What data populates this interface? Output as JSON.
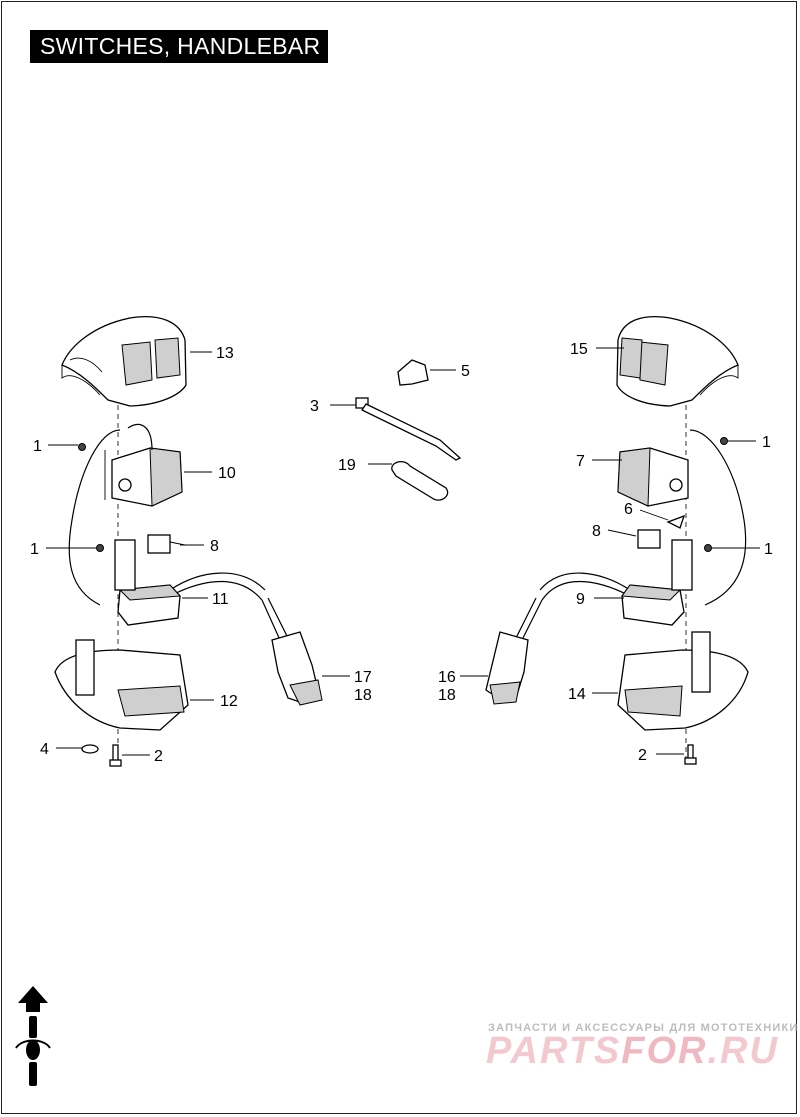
{
  "title": "SWITCHES, HANDLEBAR",
  "watermark": {
    "subtitle": "ЗАПЧАСТИ И АКСЕССУАРЫ ДЛЯ МОТОТЕХНИКИ",
    "brand_a": "PARTS",
    "brand_b": "FOR",
    "brand_c": ".RU"
  },
  "callouts": {
    "c13": "13",
    "c5": "5",
    "c3": "3",
    "c19": "19",
    "c15": "15",
    "c1a": "1",
    "c10": "10",
    "c1b": "1",
    "c8a": "8",
    "c11": "11",
    "c17": "17",
    "c18a": "18",
    "c12": "12",
    "c4": "4",
    "c2a": "2",
    "c1c": "1",
    "c7": "7",
    "c6": "6",
    "c8b": "8",
    "c1d": "1",
    "c9": "9",
    "c16": "16",
    "c18b": "18",
    "c14": "14",
    "c2b": "2"
  },
  "icons": {
    "orientation": "front-arrow-motorcycle-icon"
  }
}
